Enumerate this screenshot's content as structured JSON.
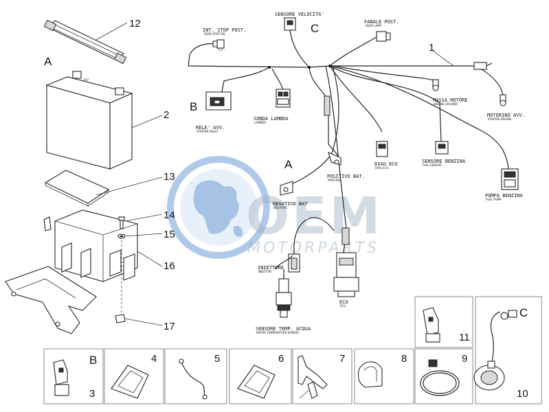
{
  "callouts": {
    "n1": "1",
    "n2": "2",
    "n3": "3",
    "n4": "4",
    "n5": "5",
    "n6": "6",
    "n7": "7",
    "n8": "8",
    "n9": "9",
    "n10": "10",
    "n11": "11",
    "n12": "12",
    "n13": "13",
    "n14": "14",
    "n15": "15",
    "n16": "16",
    "n17": "17"
  },
  "letters": {
    "a_left": "A",
    "a_mid": "A",
    "b_mid": "B",
    "b_box": "B",
    "c_top": "C",
    "c_box": "C"
  },
  "labels": {
    "sensore_velocita": "SENSORE VELOCITA'",
    "int_stop_post": "INT. STOP POST.",
    "int_stop_post_sub": "REAR STOP SW",
    "fanale_post": "FANALE POST.",
    "fanale_post_sub": "REAR LAMP",
    "rele_avv": "RELE' AVV.",
    "rele_avv_sub": "STARTER RELAY",
    "sonda_lambda": "SONDA LAMBDA",
    "sonda_lambda_sub": "LAMBDA",
    "massa_motore": "MASSA MOTORE",
    "massa_motore_sub": "ENGINE GROUND",
    "motorino_avv": "MOTORINO AVV.",
    "motorino_avv_sub": "STARTER ENGINE",
    "diag_ecu": "DIAG ECU",
    "diag_ecu_sub": "DIAG ECU",
    "sensore_benzina": "SENSORE BENZINA",
    "sensore_benzina_sub": "FUEL SENSOR",
    "positivo_bat": "POSITIVO BAT.",
    "positivo_bat_sub": "POSITIVE",
    "negativo_bat": "NEGATIVO BAT",
    "negativo_bat_sub": "NEGATIVE",
    "pompa_benzina": "POMPA BENZINA",
    "pompa_benzina_sub": "FUEL PUMP",
    "iniettore": "INIETTORE",
    "iniettore_sub": "INJECTOR",
    "ecu": "ECU",
    "ecu_sub": "ECU",
    "sensore_temp": "SENSORE TEMP. ACQUA",
    "sensore_temp_sub": "WATER TEMPERATURE SENSOR"
  },
  "watermark": {
    "brand": "OEM",
    "tagline": "MOTORPARTS"
  },
  "colors": {
    "line": "#222222",
    "watermark": "#9fb0c4",
    "globe": "#6fa0d8"
  }
}
